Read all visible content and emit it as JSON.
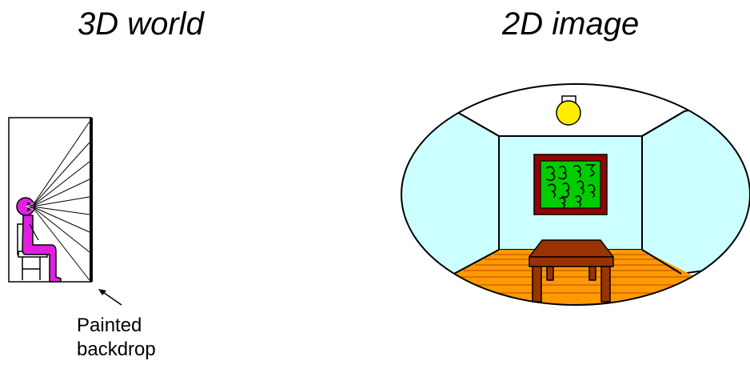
{
  "left_panel": {
    "title": "3D world"
  },
  "right_panel": {
    "title": "2D image"
  },
  "annotation": {
    "line1": "Painted",
    "line2": "backdrop"
  },
  "colors": {
    "person": "#e020e0",
    "wall": "#ccffff",
    "ceiling": "#ffffff",
    "floor": "#ff9900",
    "floor_lines": "#cc6600",
    "lamp": "#ffee00",
    "frame": "#990000",
    "painting": "#00cc00",
    "table": "#993300"
  }
}
